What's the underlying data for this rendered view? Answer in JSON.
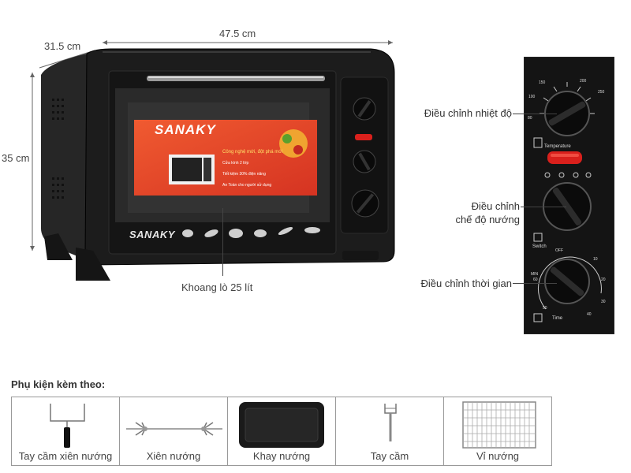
{
  "dimensions": {
    "depth": "31.5 cm",
    "width": "47.5 cm",
    "height": "35 cm"
  },
  "oven": {
    "brand_door": "SANAKY",
    "brand_sticker": "SANAKY",
    "sticker_lines": [
      "Công nghệ mới, đột phá mới",
      "Cửa kính 2 lớp",
      "Tiết kiệm 30% điện năng",
      "An Toàn cho người sử dụng"
    ],
    "cavity_label": "Khoang lò 25 lít"
  },
  "panel": {
    "temperature_label": "Temperature",
    "switch_label": "Switch",
    "time_label": "Time",
    "temp_ticks": [
      "100",
      "150",
      "200",
      "250",
      "80"
    ],
    "time_ticks": [
      "OFF",
      "MIN",
      "60",
      "10",
      "20",
      "30",
      "40",
      "50"
    ]
  },
  "callouts": {
    "temperature": "Điều chỉnh nhiệt độ",
    "mode_line1": "Điều chỉnh",
    "mode_line2": "chế độ nướng",
    "timer": "Điều chỉnh thời gian"
  },
  "accessories": {
    "title": "Phụ kiện kèm theo:",
    "items": [
      {
        "label": "Tay cầm xiên nướng",
        "icon": "skewer-handle-icon"
      },
      {
        "label": "Xiên nướng",
        "icon": "rotisserie-skewer-icon"
      },
      {
        "label": "Khay nướng",
        "icon": "baking-tray-icon"
      },
      {
        "label": "Tay cầm",
        "icon": "tray-handle-icon"
      },
      {
        "label": "Vỉ nướng",
        "icon": "wire-rack-icon"
      }
    ]
  },
  "colors": {
    "oven_body": "#1c1c1c",
    "sticker_red": "#e8412a",
    "indicator_red": "#d9201c"
  }
}
